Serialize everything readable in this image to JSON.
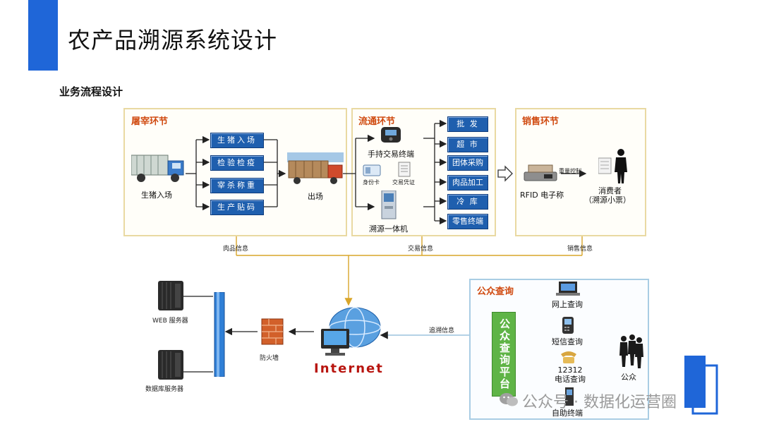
{
  "page": {
    "title": "农产品溯源系统设计",
    "section": "业务流程设计"
  },
  "slaughter": {
    "title": "屠宰环节",
    "steps": [
      "生猪入场",
      "检验检疫",
      "宰杀称重",
      "生产贴码"
    ],
    "truck_in_label": "生猪入场",
    "truck_out_label": "出场"
  },
  "circulation": {
    "title": "流通环节",
    "handheld_label": "手持交易终端",
    "idcard_label": "身份卡",
    "voucher_label": "交易凭证",
    "kiosk_label": "溯源一体机",
    "channels": [
      "批 发",
      "超 市",
      "团体采购",
      "肉品加工",
      "冷 库",
      "零售终端"
    ]
  },
  "sales": {
    "title": "销售环节",
    "scale_label": "RFID 电子称",
    "weight_label": "重量控制",
    "consumer_label": "消费者",
    "consumer_sub": "（溯源小票）"
  },
  "flows": {
    "meat_info": "肉品信息",
    "trade_info": "交易信息",
    "sales_info": "销售信息",
    "trace_info": "追溯信息"
  },
  "network": {
    "web_server": "WEB 服务器",
    "db_server": "数据库服务器",
    "firewall": "防火墙",
    "internet": "Internet"
  },
  "public_query": {
    "title": "公众查询",
    "platform": "公众查询平台",
    "channels": [
      "网上查询",
      "短信查询",
      "12312\n电话查询",
      "自助终端"
    ],
    "public_label": "公众"
  },
  "watermark": "公众号 · 数据化运营圈",
  "colors": {
    "accent_blue": "#1f66d8",
    "box_blue": "#1f5fae",
    "stage_title": "#d04a10",
    "platform_green": "#5fb446"
  }
}
